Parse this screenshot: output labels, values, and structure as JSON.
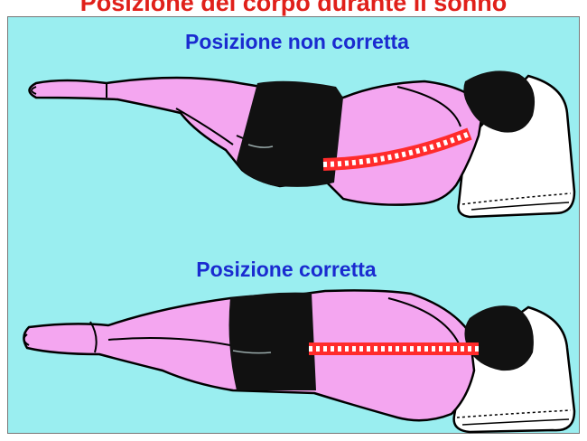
{
  "title": "Posizione del corpo durante il sonno",
  "labels": {
    "incorrect": "Posizione non corretta",
    "correct": "Posizione corretta"
  },
  "colors": {
    "title": "#e0201a",
    "caption": "#1a2bd0",
    "background": "#9aeef0",
    "skin": "#f4a6f0",
    "outline": "#000000",
    "shorts": "#111111",
    "spine": "#ff2b2b",
    "pillow": "#ffffff"
  },
  "figures": [
    {
      "label_key": "incorrect",
      "spine": "curved"
    },
    {
      "label_key": "correct",
      "spine": "straight"
    }
  ]
}
